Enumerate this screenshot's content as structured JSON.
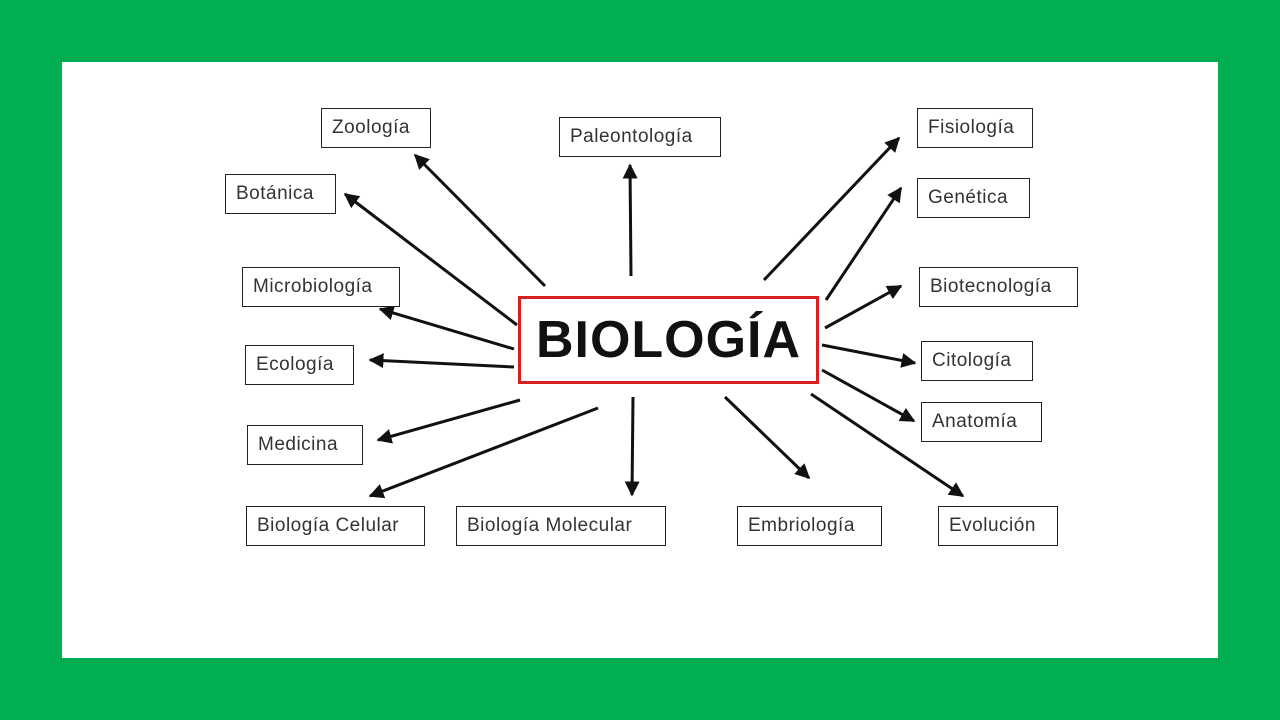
{
  "colors": {
    "frame": "#00b050",
    "center_border": "#d62020",
    "arrow": "#111111"
  },
  "center": {
    "label": "BIOLOGÍA"
  },
  "branches": [
    {
      "id": "zoologia",
      "label": "Zoología"
    },
    {
      "id": "paleontologia",
      "label": "Paleontología"
    },
    {
      "id": "fisiologia",
      "label": "Fisiología"
    },
    {
      "id": "botanica",
      "label": "Botánica"
    },
    {
      "id": "genetica",
      "label": "Genética"
    },
    {
      "id": "microbiologia",
      "label": "Microbiología"
    },
    {
      "id": "biotecnologia",
      "label": "Biotecnología"
    },
    {
      "id": "ecologia",
      "label": "Ecología"
    },
    {
      "id": "citologia",
      "label": "Citología"
    },
    {
      "id": "anatomia",
      "label": "Anatomía"
    },
    {
      "id": "medicina",
      "label": "Medicina"
    },
    {
      "id": "biologia-celular",
      "label": "Biología Celular"
    },
    {
      "id": "biologia-molecular",
      "label": "Biología Molecular"
    },
    {
      "id": "embriologia",
      "label": "Embriología"
    },
    {
      "id": "evolucion",
      "label": "Evolución"
    }
  ]
}
